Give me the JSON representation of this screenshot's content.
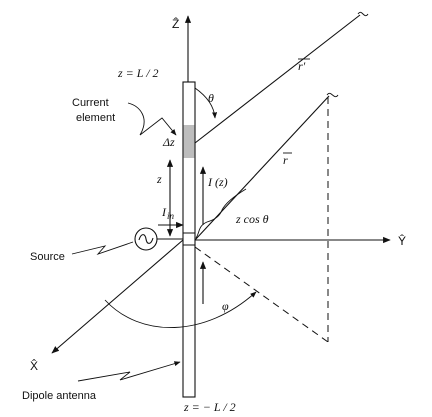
{
  "labels": {
    "z_axis": "Ẑ",
    "y_axis": "Ŷ",
    "x_axis": "X̂",
    "z_top": "z = L / 2",
    "z_bottom": "z = − L / 2",
    "theta": "θ",
    "r_prime": "r′",
    "r": "r",
    "current_element_line1": "Current",
    "current_element_line2": "element",
    "delta_z": "Δz",
    "z": "z",
    "i_of_z": "I (z)",
    "i_in": "I",
    "i_in_sub": "in",
    "z_cos_theta": "z cos θ",
    "source": "Source",
    "phi": "φ",
    "dipole_antenna": "Dipole antenna"
  },
  "colors": {
    "ink": "#111111",
    "current_element_fill": "#bdbdbd"
  }
}
